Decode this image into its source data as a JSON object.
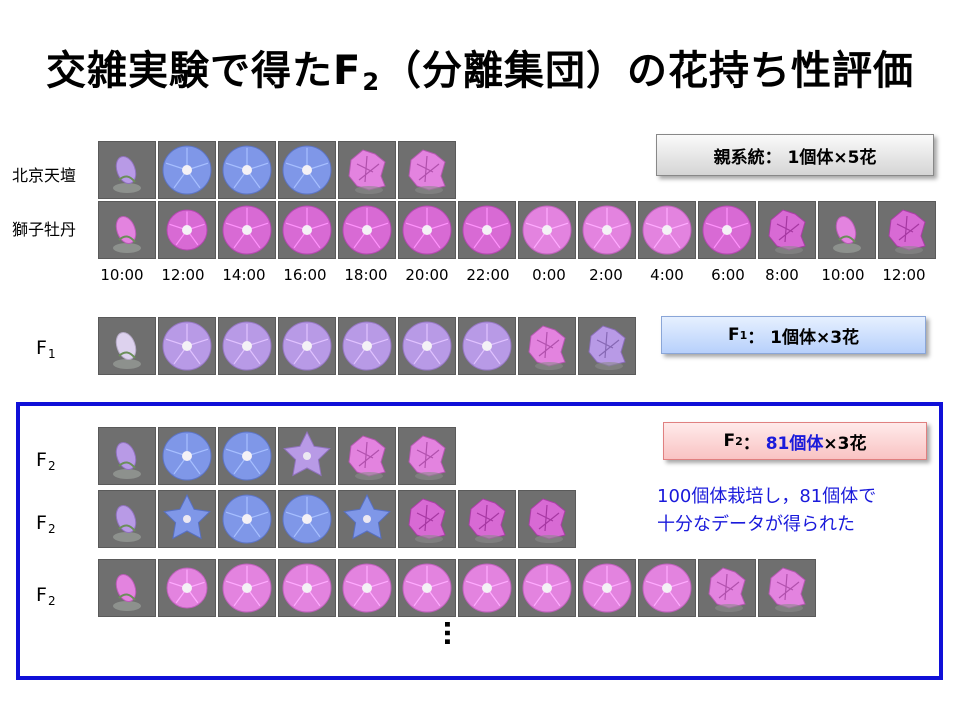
{
  "title": {
    "before": "交雑実験で得たF",
    "sub": "2",
    "after": "（分離集団）の花持ち性評価"
  },
  "parents": {
    "row1_label": "北京天壇",
    "row2_label": "獅子牡丹",
    "box_label": "親系統： 1個体×5花"
  },
  "times": [
    "10:00",
    "12:00",
    "14:00",
    "16:00",
    "18:00",
    "20:00",
    "22:00",
    "0:00",
    "2:00",
    "4:00",
    "6:00",
    "8:00",
    "10:00",
    "12:00"
  ],
  "f1": {
    "label_main": "F",
    "label_sub": "1",
    "box_main": "F",
    "box_sub": "1",
    "box_rest": "： 1個体×3花"
  },
  "f2": {
    "label_main": "F",
    "label_sub": "2",
    "box_main": "F",
    "box_sub": "2",
    "box_sep": "：",
    "box_count": "81個体",
    "box_rest": "×3花",
    "note_line1": "100個体栽培し，81個体で",
    "note_line2": "十分なデータが得られた",
    "ellipsis": "…"
  },
  "colors": {
    "frame": "#1010d8",
    "note_text": "#1a1adb",
    "flower_blue": "#7f97e8",
    "flower_magenta": "#d86ad4",
    "flower_violet": "#b89ae6",
    "flower_pink": "#e383df",
    "photo_bg": "#6f6f6f"
  },
  "rows": {
    "tianTan": [
      "bud-violet",
      "open-blue",
      "open-blue",
      "open-blue",
      "wilted-pink",
      "wilted-pink"
    ],
    "shishi": [
      "bud-pink",
      "half-magenta",
      "open-magenta",
      "open-magenta",
      "open-magenta",
      "open-magenta",
      "open-magenta",
      "open-pink",
      "open-pink",
      "open-pink",
      "open-magenta",
      "wilted-magenta",
      "bud-pink",
      "wilted-magenta"
    ],
    "f1": [
      "bud-light",
      "open-violet",
      "open-violet",
      "open-violet",
      "open-violet",
      "open-violet",
      "open-violet",
      "wilted-pink",
      "wilted-violet"
    ],
    "f2a": [
      "bud-violet",
      "open-blue",
      "open-blue",
      "star-violet",
      "wilted-pink",
      "wilted-pink"
    ],
    "f2b": [
      "bud-violet",
      "star-blue",
      "open-blue",
      "open-blue",
      "star-blue",
      "wilted-magenta",
      "wilted-magenta",
      "wilted-magenta"
    ],
    "f2c": [
      "bud-pink",
      "half-pink",
      "open-pink",
      "open-pink",
      "open-pink",
      "open-pink",
      "open-pink",
      "open-pink",
      "open-pink",
      "open-pink",
      "wilted-pink",
      "wilted-pink"
    ]
  }
}
